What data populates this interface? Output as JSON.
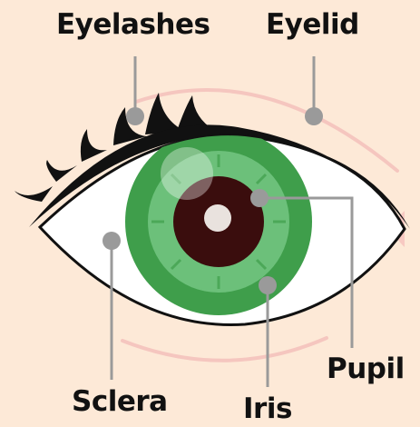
{
  "labels": {
    "eyelashes": "Eyelashes",
    "eyelid": "Eyelid",
    "pupil": "Pupil",
    "sclera": "Sclera",
    "iris": "Iris"
  },
  "colors": {
    "background": "#fde9d7",
    "eyelash": "#111111",
    "sclera": "#ffffff",
    "iris_outer": "#3f9e4b",
    "iris_inner": "#6cc07a",
    "pupil": "#3a0d0d",
    "highlight": "#e9e2de",
    "eyelid_line": "#f5c6bf",
    "leader": "#9a9a9a",
    "label_text": "#111111"
  }
}
